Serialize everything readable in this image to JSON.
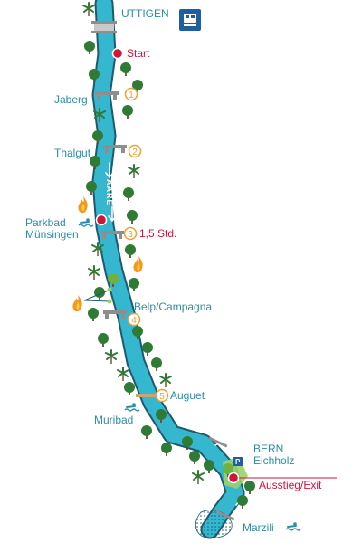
{
  "map": {
    "start_label": "Start",
    "river_name": "AARE",
    "duration_label": "1,5 Std.",
    "exit_label": "Ausstieg/Exit",
    "places": {
      "uttigen": "UTTIGEN",
      "jaberg": "Jaberg",
      "thalgut": "Thalgut",
      "parkbad": "Parkbad",
      "munsingen": "Münsingen",
      "belp": "Belp/Campagna",
      "auguet": "Auguet",
      "muribad": "Muribad",
      "bern": "BERN",
      "eichholz": "Eichholz",
      "marzili": "Marzili"
    },
    "bridges": [
      "1",
      "2",
      "3",
      "4",
      "5"
    ],
    "icons": {
      "train_station": "train-station-icon",
      "swimmer": "swimmer-icon",
      "fire": "fire-icon",
      "parking": "parking-icon",
      "tree": "tree-icon"
    },
    "colors": {
      "river": "#35b7cf",
      "river_outline": "#1d5a6e",
      "label_teal": "#2a8fa6",
      "pin_red": "#d0143c",
      "badge_orange": "#f0a030",
      "tree_green": "#2f7a34",
      "station_blue": "#1f5fa0"
    }
  }
}
